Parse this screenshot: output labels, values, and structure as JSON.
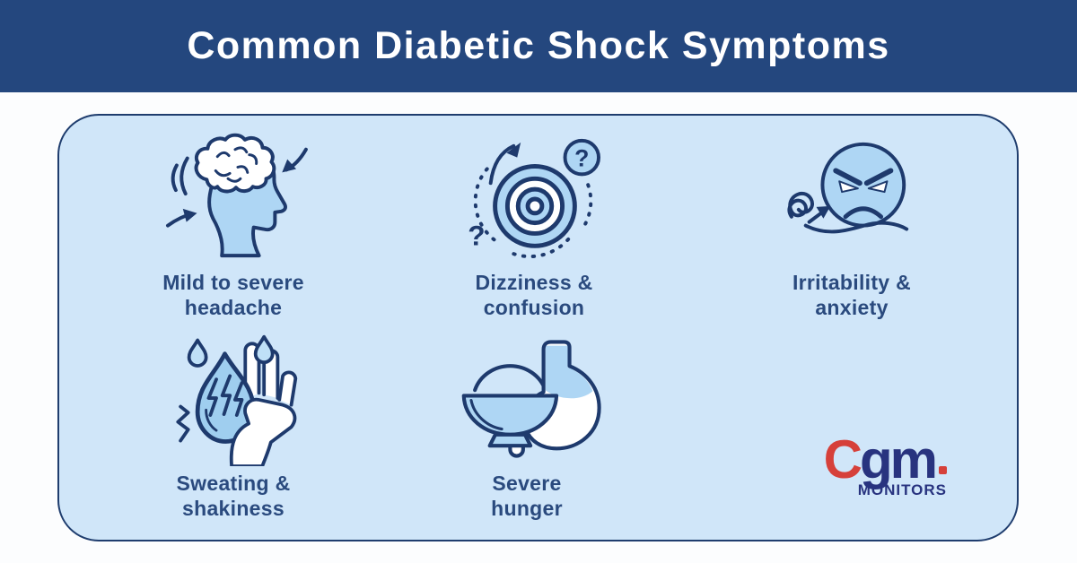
{
  "header": {
    "title": "Common Diabetic Shock Symptoms"
  },
  "symptoms": [
    {
      "icon": "headache-brain-icon",
      "line1": "Mild to severe",
      "line2": "headache"
    },
    {
      "icon": "dizziness-spiral-icon",
      "line1": "Dizziness &",
      "line2": "confusion"
    },
    {
      "icon": "angry-face-icon",
      "line1": "Irritability &",
      "line2": "anxiety"
    },
    {
      "icon": "sweat-drop-hand-icon",
      "line1": "Sweating &",
      "line2": "shakiness"
    },
    {
      "icon": "stomach-bowl-icon",
      "line1": "Severe",
      "line2": "hunger"
    }
  ],
  "logo": {
    "c": "C",
    "gm": "gm",
    "monitors": "MONITORS"
  },
  "colors": {
    "header_bg": "#24477E",
    "panel_bg": "#D0E6F9",
    "panel_border": "#1F3D6E",
    "icon_stroke": "#1E3A6D",
    "icon_fill": "#AED6F4",
    "label_text": "#2A4A7E",
    "logo_red": "#D6403A",
    "logo_navy": "#28337F"
  }
}
